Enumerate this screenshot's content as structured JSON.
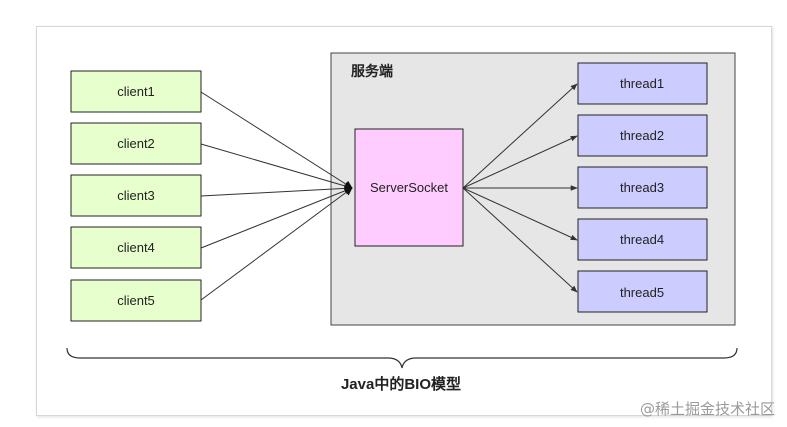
{
  "server": {
    "label": "服务端",
    "socket_label": "ServerSocket"
  },
  "clients": [
    "client1",
    "client2",
    "client3",
    "client4",
    "client5"
  ],
  "threads": [
    "thread1",
    "thread2",
    "thread3",
    "thread4",
    "thread5"
  ],
  "caption": "Java中的BIO模型",
  "watermark": "@稀土掘金技术社区",
  "colors": {
    "client_fill": "#e6ffcc",
    "client_stroke": "#222222",
    "server_fill": "#e6e6e6",
    "socket_fill": "#ffccff",
    "thread_fill": "#ccccff",
    "edge": "#333333"
  }
}
